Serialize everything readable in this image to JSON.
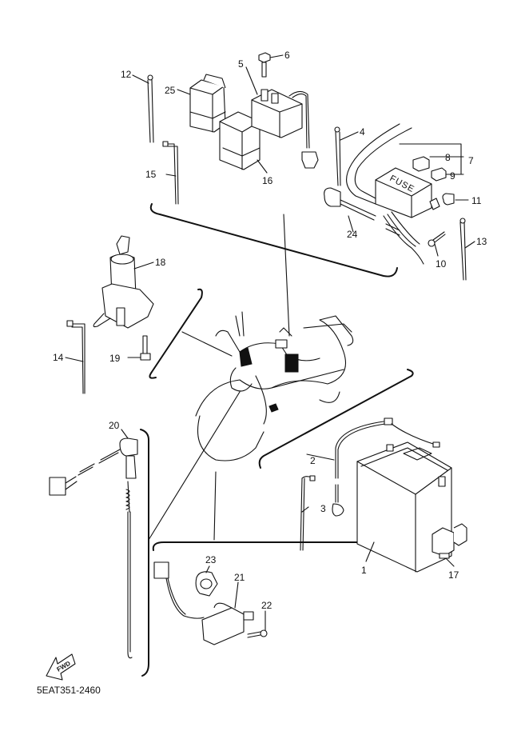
{
  "diagram": {
    "code": "5EAT351-2460",
    "fwd_label": "FWD",
    "fuse_box_text": "FUSE",
    "parts": [
      {
        "id": "1",
        "label": "1",
        "desc": "battery"
      },
      {
        "id": "2",
        "label": "2",
        "desc": "battery cable"
      },
      {
        "id": "3",
        "label": "3",
        "desc": "cable tie"
      },
      {
        "id": "4",
        "label": "4",
        "desc": "cable tie"
      },
      {
        "id": "5",
        "label": "5",
        "desc": "starter relay"
      },
      {
        "id": "6",
        "label": "6",
        "desc": "bolt"
      },
      {
        "id": "7",
        "label": "7",
        "desc": "fuse set"
      },
      {
        "id": "8",
        "label": "8",
        "desc": "fuse"
      },
      {
        "id": "9",
        "label": "9",
        "desc": "fuse"
      },
      {
        "id": "10",
        "label": "10",
        "desc": "screw"
      },
      {
        "id": "11",
        "label": "11",
        "desc": "grommet"
      },
      {
        "id": "12",
        "label": "12",
        "desc": "cable tie"
      },
      {
        "id": "13",
        "label": "13",
        "desc": "cable tie"
      },
      {
        "id": "14",
        "label": "14",
        "desc": "cable tie"
      },
      {
        "id": "15",
        "label": "15",
        "desc": "cable tie"
      },
      {
        "id": "16",
        "label": "16",
        "desc": "relay"
      },
      {
        "id": "17",
        "label": "17",
        "desc": "relay"
      },
      {
        "id": "18",
        "label": "18",
        "desc": "main switch"
      },
      {
        "id": "19",
        "label": "19",
        "desc": "bolt"
      },
      {
        "id": "20",
        "label": "20",
        "desc": "rear brake switch"
      },
      {
        "id": "21",
        "label": "21",
        "desc": "neutral switch"
      },
      {
        "id": "22",
        "label": "22",
        "desc": "screw"
      },
      {
        "id": "23",
        "label": "23",
        "desc": "clamp"
      },
      {
        "id": "24",
        "label": "24",
        "desc": "lead"
      },
      {
        "id": "25",
        "label": "25",
        "desc": "relay"
      }
    ]
  }
}
